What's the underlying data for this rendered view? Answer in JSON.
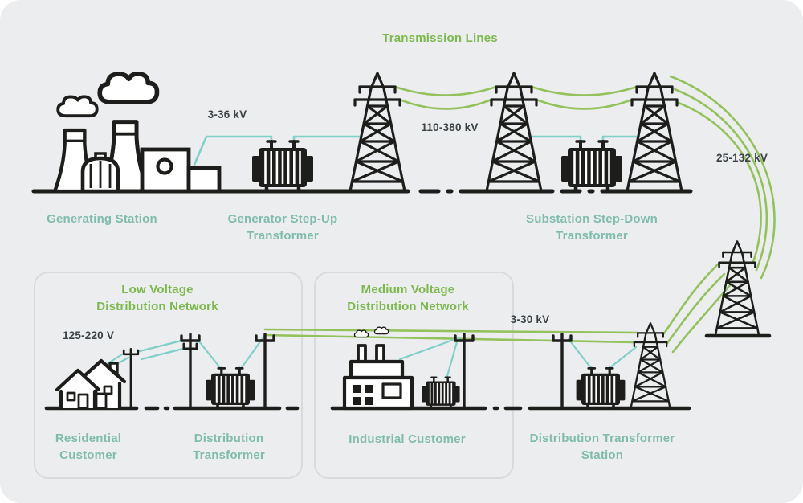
{
  "palette": {
    "background": "#ecedee",
    "ink": "#1d1d1b",
    "label_teal": "#7fbcab",
    "label_green": "#7cb84e",
    "label_dark": "#3c4347",
    "wire_teal": "#7fd0c9",
    "wire_green": "#93c25c",
    "box_border": "#d8dadc"
  },
  "diagram": {
    "title": "Transmission Lines",
    "top": {
      "generating_station_label": "Generating Station",
      "stepup_transformer_label_1": "Generator Step-Up",
      "stepup_transformer_label_2": "Transformer",
      "stepdown_transformer_label_1": "Substation Step-Down",
      "stepdown_transformer_label_2": "Transformer",
      "generation_voltage": "3-36 kV",
      "transmission_voltage": "110-380 kV",
      "subtransmission_voltage": "25-132 kV"
    },
    "low_voltage_network": {
      "title_1": "Low Voltage",
      "title_2": "Distribution Network",
      "service_voltage": "125-220 V",
      "residential_label_1": "Residential",
      "residential_label_2": "Customer",
      "transformer_label_1": "Distribution",
      "transformer_label_2": "Transformer"
    },
    "medium_voltage_network": {
      "title_1": "Medium Voltage",
      "title_2": "Distribution Network",
      "industrial_label": "Industrial Customer"
    },
    "distribution": {
      "primary_voltage": "3-30 kV",
      "station_label_1": "Distribution Transformer",
      "station_label_2": "Station"
    }
  }
}
